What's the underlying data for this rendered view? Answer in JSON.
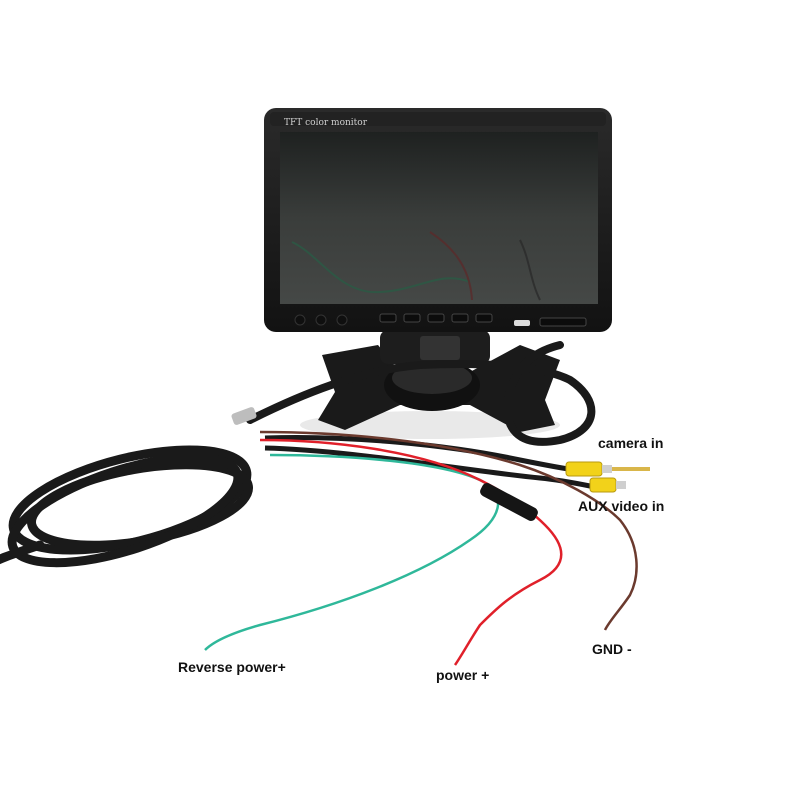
{
  "monitor": {
    "bezel_text": "TFT color monitor"
  },
  "labels": {
    "camera_in": "camera in",
    "aux_video_in": "AUX video in",
    "gnd": "GND -",
    "reverse_power": "Reverse power+",
    "power": "power +"
  },
  "colors": {
    "background": "#ffffff",
    "monitor_body": "#1c1c1c",
    "screen": "#2e3130",
    "cable_black": "#1a1a1a",
    "wire_green": "#2fb89a",
    "wire_red": "#e0202a",
    "wire_brown": "#6b3a2e",
    "rca_yellow": "#f2d21a"
  }
}
